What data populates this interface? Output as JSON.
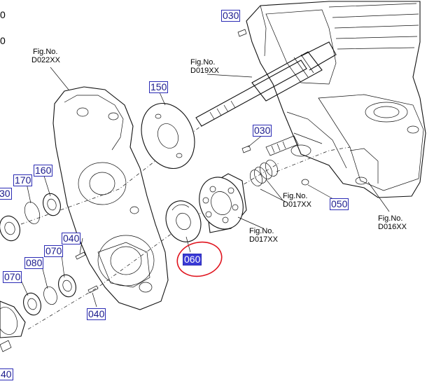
{
  "callouts": {
    "c030a": "030",
    "c150": "150",
    "c030b": "030",
    "c170": "170",
    "c160": "160",
    "c040a": "040",
    "c070a": "070",
    "c080": "080",
    "c070b": "070",
    "c040b": "040",
    "c060": "060",
    "c050": "050",
    "c040c": "40",
    "c30": "30"
  },
  "figrefs": {
    "d022": {
      "fig": "Fig.No.",
      "code": "D022XX"
    },
    "d019": {
      "fig": "Fig.No.",
      "code": "D019XX"
    },
    "d017a": {
      "fig": "Fig.No.",
      "code": "D017XX"
    },
    "d017b": {
      "fig": "Fig.No.",
      "code": "D017XX"
    },
    "d016": {
      "fig": "Fig.No.",
      "code": "D016XX"
    }
  },
  "edge_fragments": {
    "top": "0",
    "second": "0"
  },
  "highlight": {
    "callout": "060",
    "color": "#e0141e"
  }
}
